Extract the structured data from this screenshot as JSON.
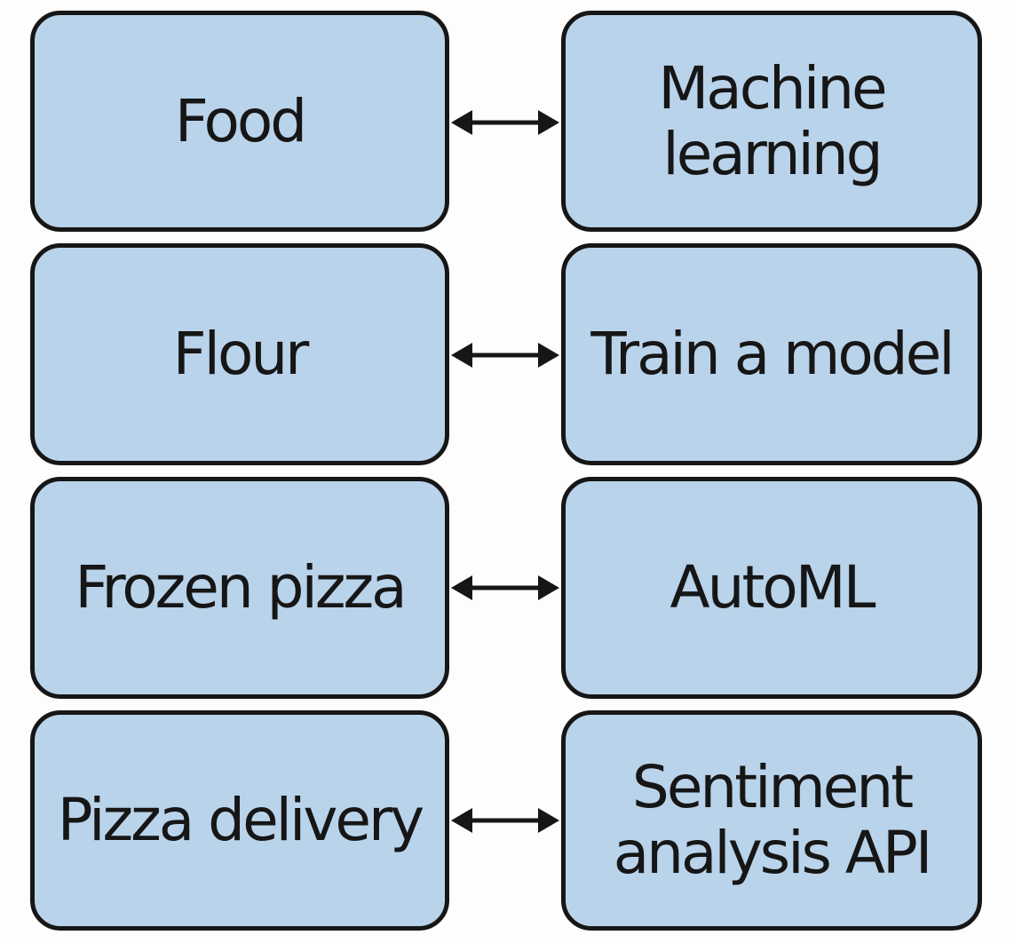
{
  "colors": {
    "box_fill": "#b9d3ea",
    "box_border": "#161616",
    "text": "#161616",
    "background": "#fdfdfd"
  },
  "rows": [
    {
      "left": "Food",
      "right": "Machine\nlearning",
      "connector": "double-arrow-icon"
    },
    {
      "left": "Flour",
      "right": "Train a model",
      "connector": "double-arrow-icon"
    },
    {
      "left": "Frozen pizza",
      "right": "AutoML",
      "connector": "double-arrow-icon"
    },
    {
      "left": "Pizza delivery",
      "right": "Sentiment\nanalysis API",
      "connector": "double-arrow-icon"
    }
  ]
}
